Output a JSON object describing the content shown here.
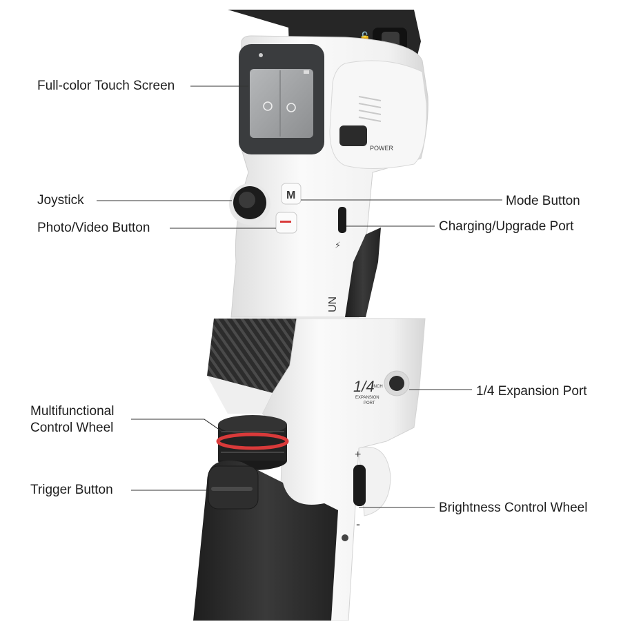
{
  "labels": {
    "touch_screen": "Full-color Touch Screen",
    "joystick": "Joystick",
    "photo_video": "Photo/Video Button",
    "mode_button": "Mode Button",
    "charging_port": "Charging/Upgrade Port",
    "expansion_port": "1/4 Expansion Port",
    "control_wheel_line1": "Multifunctional",
    "control_wheel_line2": "Control Wheel",
    "trigger": "Trigger Button",
    "brightness_wheel": "Brightness Control Wheel"
  },
  "device_markings": {
    "power": "POWER",
    "mode_key": "M",
    "quarter": "1/4",
    "inch": "INCH",
    "expansion": "EXPANSION",
    "port": "PORT",
    "plus": "+",
    "minus": "-",
    "brand_fragment": "UN"
  },
  "colors": {
    "body_white": "#f3f3f3",
    "grip_black": "#2a2a2a",
    "screen_gray": "#9a9c9e",
    "accent_red": "#d93a3a"
  }
}
